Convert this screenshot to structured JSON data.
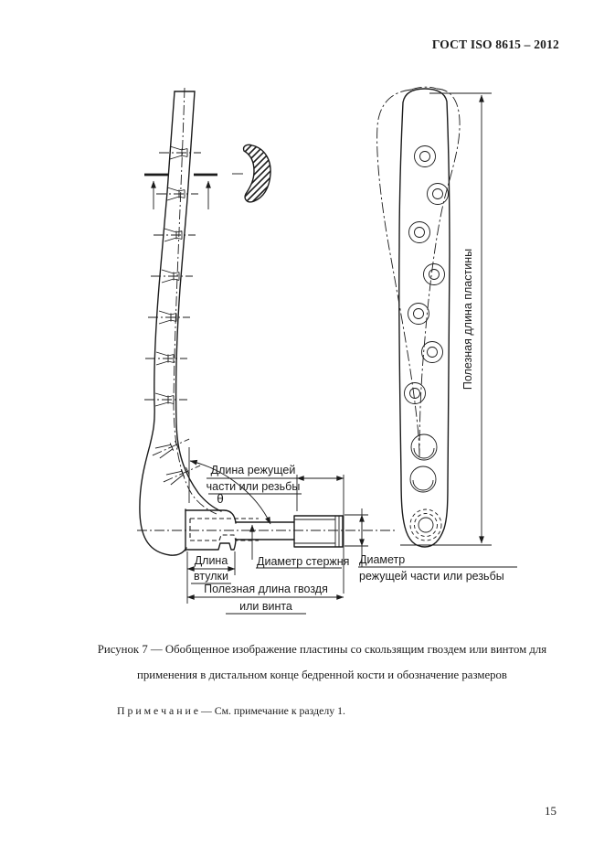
{
  "header": {
    "title": "ГОСТ ISO 8615 – 2012"
  },
  "figure": {
    "dim_labels": {
      "cutting_length_l1": "Длина режущей",
      "cutting_length_l2": "части или резьбы",
      "theta": "θ",
      "sleeve_length_l1": "Длина",
      "sleeve_length_l2": "втулки",
      "shaft_diameter": "Диаметр стержня",
      "cutting_diameter_l1": "Диаметр",
      "cutting_diameter_l2": "режущей части или резьбы",
      "nail_useful_length_l1": "Полезная длина гвоздя",
      "nail_useful_length_l2": "или винта",
      "plate_useful_length": "Полезная длина пластины"
    },
    "caption_l1": "Рисунок 7 — Обобщенное изображение пластины со скользящим гвоздем или винтом для",
    "caption_l2": "применения в дистальном конце бедренной кости и обозначение размеров",
    "note": "П р и м е ч а н и е  — См. примечание к разделу 1."
  },
  "footer": {
    "page_number": "15"
  }
}
